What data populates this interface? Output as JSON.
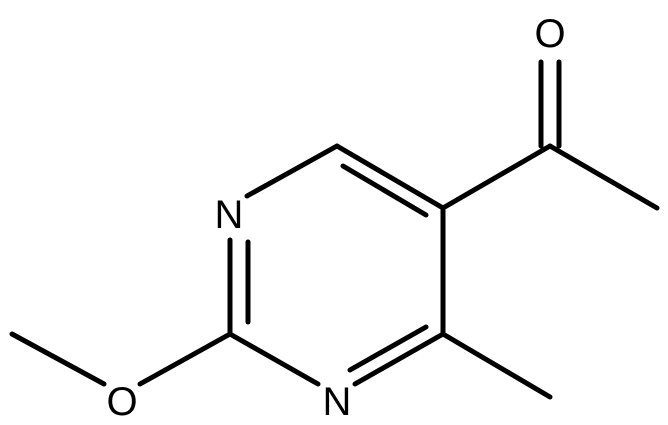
{
  "molecule": {
    "atoms": {
      "O_methoxy": "O",
      "N1": "N",
      "N3": "N",
      "O_carbonyl": "O"
    }
  },
  "colors": {
    "bond": "#000000",
    "label": "#000000",
    "background": "#ffffff"
  }
}
